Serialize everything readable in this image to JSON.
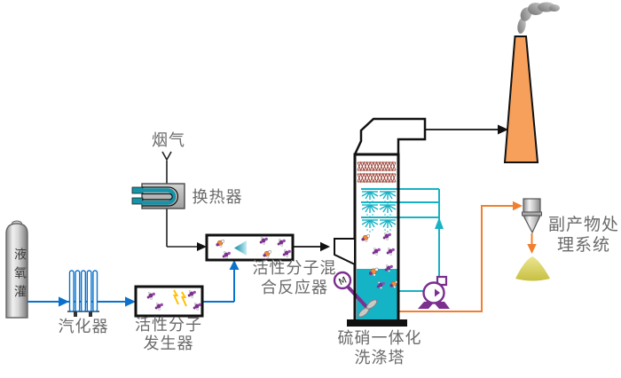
{
  "labels": {
    "lox_tank": "液氧灌",
    "vaporizer": "汽化器",
    "generator": "活性分子发生器",
    "flue_gas": "烟气",
    "heat_exchanger": "换热器",
    "mixing_reactor": "活性分子混合反应器",
    "scrubber": "硫硝一体化洗涤塔",
    "byproduct_system": "副产物处理系统",
    "motor": "M"
  },
  "colors": {
    "pipe_blue": "#0a72cc",
    "flow_teal": "#17b2c4",
    "liquid_teal": "#14b4c6",
    "line_orange": "#f07f2e",
    "equipment_purple": "#7b2f8e",
    "chimney_orange": "#f7a05c",
    "lightning_yellow": "#ffc000",
    "molecule_orange": "#f08a3c",
    "demister_brown": "#a1493c",
    "pile_yellow": "#d3ce50",
    "label_gray": "#6a6a6a"
  }
}
